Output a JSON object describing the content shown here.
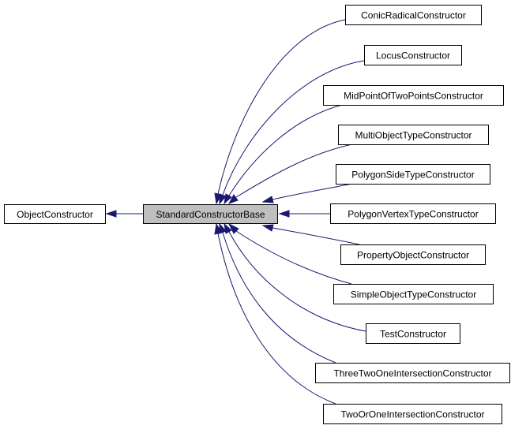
{
  "diagram": {
    "type": "inheritance-graph",
    "edge_color": "#191970",
    "nodes": [
      {
        "id": "ObjectConstructor",
        "label": "ObjectConstructor",
        "highlight": false
      },
      {
        "id": "StandardConstructorBase",
        "label": "StandardConstructorBase",
        "highlight": true
      },
      {
        "id": "ConicRadicalConstructor",
        "label": "ConicRadicalConstructor",
        "highlight": false
      },
      {
        "id": "LocusConstructor",
        "label": "LocusConstructor",
        "highlight": false
      },
      {
        "id": "MidPointOfTwoPointsConstructor",
        "label": "MidPointOfTwoPointsConstructor",
        "highlight": false
      },
      {
        "id": "MultiObjectTypeConstructor",
        "label": "MultiObjectTypeConstructor",
        "highlight": false
      },
      {
        "id": "PolygonSideTypeConstructor",
        "label": "PolygonSideTypeConstructor",
        "highlight": false
      },
      {
        "id": "PolygonVertexTypeConstructor",
        "label": "PolygonVertexTypeConstructor",
        "highlight": false
      },
      {
        "id": "PropertyObjectConstructor",
        "label": "PropertyObjectConstructor",
        "highlight": false
      },
      {
        "id": "SimpleObjectTypeConstructor",
        "label": "SimpleObjectTypeConstructor",
        "highlight": false
      },
      {
        "id": "TestConstructor",
        "label": "TestConstructor",
        "highlight": false
      },
      {
        "id": "ThreeTwoOneIntersectionConstructor",
        "label": "ThreeTwoOneIntersectionConstructor",
        "highlight": false
      },
      {
        "id": "TwoOrOneIntersectionConstructor",
        "label": "TwoOrOneIntersectionConstructor",
        "highlight": false
      }
    ],
    "edges": [
      {
        "from": "StandardConstructorBase",
        "to": "ObjectConstructor"
      },
      {
        "from": "ConicRadicalConstructor",
        "to": "StandardConstructorBase"
      },
      {
        "from": "LocusConstructor",
        "to": "StandardConstructorBase"
      },
      {
        "from": "MidPointOfTwoPointsConstructor",
        "to": "StandardConstructorBase"
      },
      {
        "from": "MultiObjectTypeConstructor",
        "to": "StandardConstructorBase"
      },
      {
        "from": "PolygonSideTypeConstructor",
        "to": "StandardConstructorBase"
      },
      {
        "from": "PolygonVertexTypeConstructor",
        "to": "StandardConstructorBase"
      },
      {
        "from": "PropertyObjectConstructor",
        "to": "StandardConstructorBase"
      },
      {
        "from": "SimpleObjectTypeConstructor",
        "to": "StandardConstructorBase"
      },
      {
        "from": "TestConstructor",
        "to": "StandardConstructorBase"
      },
      {
        "from": "ThreeTwoOneIntersectionConstructor",
        "to": "StandardConstructorBase"
      },
      {
        "from": "TwoOrOneIntersectionConstructor",
        "to": "StandardConstructorBase"
      }
    ]
  }
}
